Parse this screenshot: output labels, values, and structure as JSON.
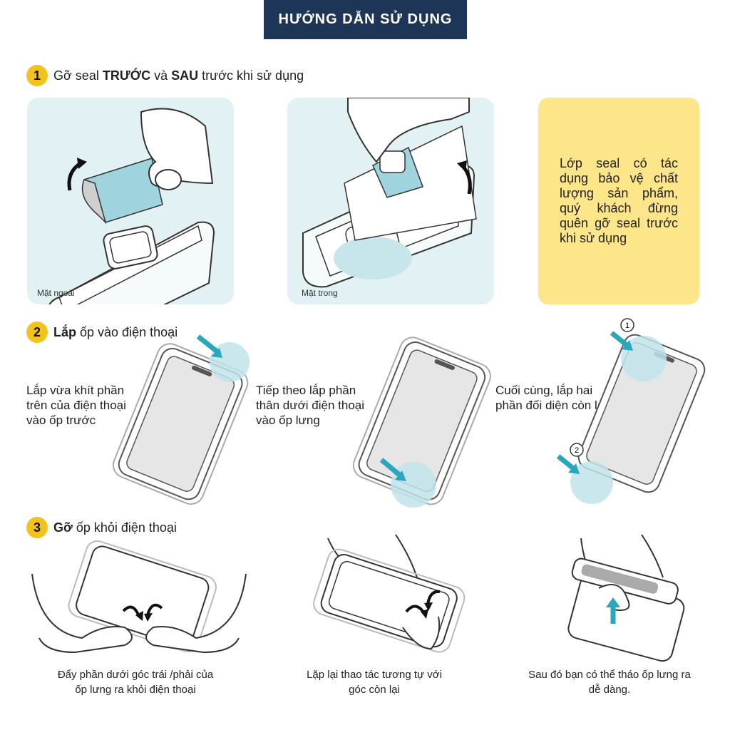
{
  "header": {
    "title": "HƯỚNG DẪN SỬ DỤNG"
  },
  "step1": {
    "number": "1",
    "text_a": "Gỡ seal ",
    "bold_a": "TRƯỚC",
    "text_b": " và ",
    "bold_b": "SAU",
    "text_c": " trước khi sử dụng",
    "panel_left_label": "Mặt ngoài",
    "panel_right_label": "Mặt trong",
    "note": "Lớp seal có tác dụng bảo vệ chất lượng sản phẩm, quý khách đừng quên gỡ seal trước khi sử dụng"
  },
  "step2": {
    "number": "2",
    "bold": "Lắp",
    "text": " ốp vào điện thoại",
    "captions": [
      [
        "Lắp vừa khít phần",
        "trên của điện thoại",
        "vào ốp trước"
      ],
      [
        "Tiếp theo lắp phần",
        "thân dưới điện thoại",
        "vào ốp lưng"
      ],
      [
        "Cuối cùng, lắp hai",
        "phần đối diện còn lại"
      ]
    ],
    "markers": [
      "1",
      "2"
    ]
  },
  "step3": {
    "number": "3",
    "bold": "Gỡ",
    "text": " ốp khỏi điện thoại",
    "captions": [
      [
        "Đẩy phần dưới góc trái /phải của",
        "ốp lưng ra khỏi điện thoại"
      ],
      [
        "Lặp lại thao tác tương tự với",
        "góc còn lại"
      ],
      [
        "Sau đó bạn có thể tháo ốp lưng ra",
        "dễ dàng."
      ]
    ]
  },
  "colors": {
    "navy": "#1d3557",
    "yellow_badge": "#f4c21d",
    "note_bg": "#fde68a",
    "panel_bg": "#e2f1f4",
    "accent_teal": "#2aa7bd"
  }
}
